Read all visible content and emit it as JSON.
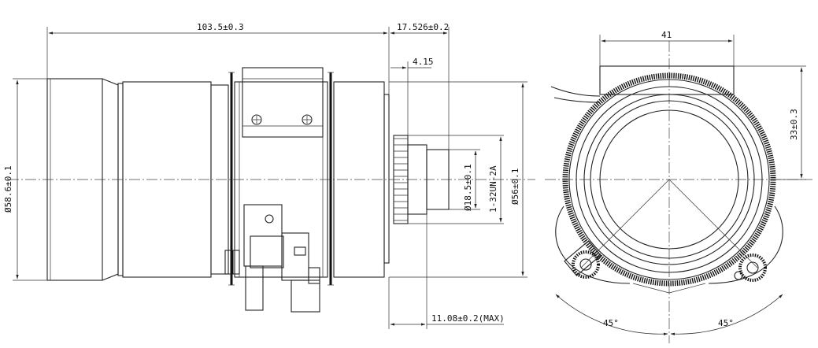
{
  "side_view": {
    "overall_length": "103.5±0.3",
    "flange_back": "17.526±0.2",
    "thread_depth": "4.15",
    "front_diameter": "Ø58.6±0.1",
    "rear_diameter": "Ø18.5±0.1",
    "mount_thread": "1-32UN-2A",
    "body_diameter": "Ø56±0.1",
    "back_focus": "11.08±0.2(MAX)"
  },
  "front_view": {
    "width": "41",
    "height_offset": "33±0.3",
    "angle_left": "45°",
    "angle_right": "45°"
  }
}
